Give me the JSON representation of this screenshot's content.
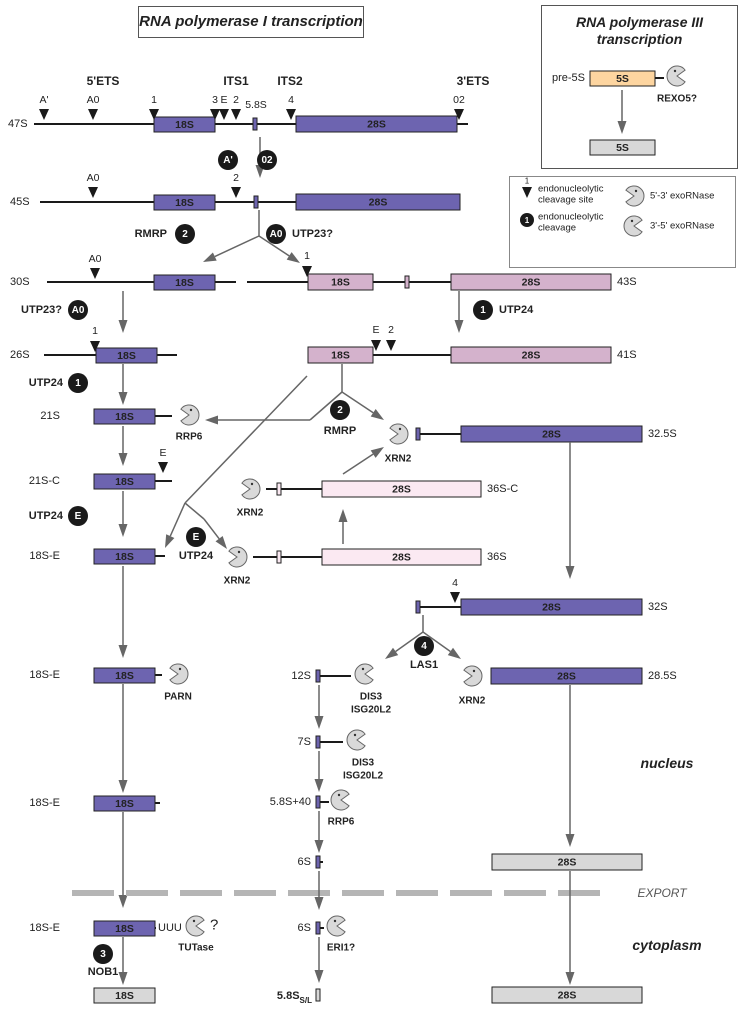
{
  "titles": {
    "pol1": "RNA polymerase I transcription",
    "pol3": "RNA polymerase III transcription",
    "pol3_line1": "RNA polymerase III",
    "pol3_line2": "transcription"
  },
  "regions": {
    "ets5": "5'ETS",
    "its1": "ITS1",
    "its2": "ITS2",
    "ets3": "3'ETS",
    "s58": "5.8S",
    "nucleus": "nucleus",
    "cytoplasm": "cytoplasm",
    "export": "EXPORT"
  },
  "sites": {
    "Ap": "A'",
    "A0": "A0",
    "s1": "1",
    "s2": "2",
    "s3": "3",
    "sE": "E",
    "s4": "4",
    "s02": "02"
  },
  "badges": {
    "Ap": "A'",
    "o2": "02",
    "b2": "2",
    "A0": "A0",
    "b1": "1",
    "bE": "E",
    "b4": "4",
    "b3": "3"
  },
  "species": {
    "s47": "47S",
    "s45": "45S",
    "s30": "30S",
    "s43": "43S",
    "s26": "26S",
    "s41": "41S",
    "s21": "21S",
    "s325": "32.5S",
    "s21C": "21S-C",
    "s36C": "36S-C",
    "s18E": "18S-E",
    "s36": "36S",
    "s32": "32S",
    "s12": "12S",
    "s285": "28.5S",
    "s7": "7S",
    "s58p40": "5.8S+40",
    "s6": "6S",
    "pre5S": "pre-5S",
    "s58SL": "5.8S",
    "s58SL_sub": "S/L",
    "uuu": "UUU"
  },
  "rna": {
    "r18": "18S",
    "r28": "28S",
    "r5": "5S"
  },
  "enzymes": {
    "rmrp": "RMRP",
    "utp23": "UTP23?",
    "utp24": "UTP24",
    "rrp6": "RRP6",
    "xrn2": "XRN2",
    "las1": "LAS1",
    "parn": "PARN",
    "dis3": "DIS3",
    "isg20l2": "ISG20L2",
    "tutase": "TUTase",
    "nob1": "NOB1",
    "eri1": "ERI1?",
    "rexo5": "REXO5?",
    "q": "?"
  },
  "legend": {
    "endo_site_1": "endonucleolytic",
    "endo_site_2": "cleavage site",
    "endo_cleave_1": "endonucleolytic",
    "endo_cleave_2": "cleavage",
    "exo53": "5'-3' exoRNase",
    "exo35": "3'-5' exoRNase",
    "one": "1"
  },
  "colors": {
    "mature": "#6d64b0",
    "intermediate": "#d4b2cc",
    "pale": "#fbe9f2",
    "final": "#d8d8d8",
    "five_s": "#fdd5a0",
    "badge": "#1a1a1a",
    "arrow": "#666666",
    "pac": "#d9d9d9",
    "export_line": "#b5b5b5"
  }
}
